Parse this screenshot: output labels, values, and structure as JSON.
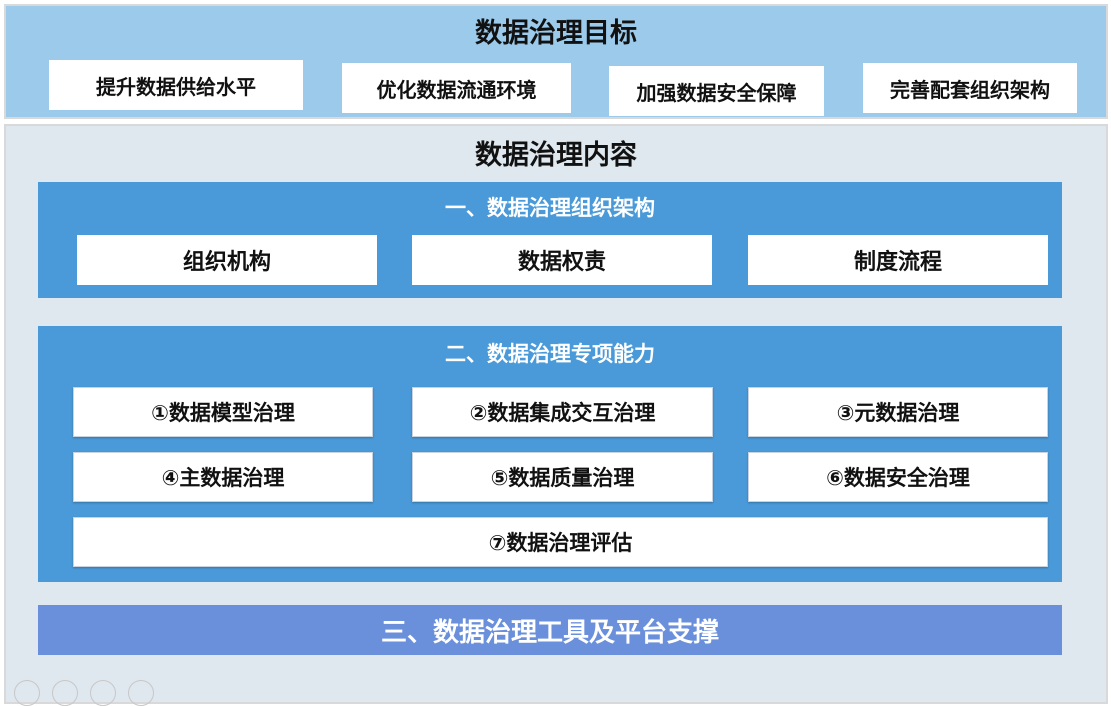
{
  "goals": {
    "title": "数据治理目标",
    "items": [
      "提升数据供给水平",
      "优化数据流通环境",
      "加强数据安全保障",
      "完善配套组织架构"
    ]
  },
  "content": {
    "title": "数据治理内容",
    "section1": {
      "title": "一、数据治理组织架构",
      "items": [
        "组织机构",
        "数据权责",
        "制度流程"
      ]
    },
    "section2": {
      "title": "二、数据治理专项能力",
      "items": [
        "①数据模型治理",
        "②数据集成交互治理",
        "③元数据治理",
        "④主数据治理",
        "⑤数据质量治理",
        "⑥数据安全治理",
        "⑦数据治理评估"
      ]
    },
    "section3": {
      "title": "三、数据治理工具及平台支撑"
    }
  },
  "colors": {
    "goals_bg": "#9ccaeb",
    "content_bg": "#dfe7ef",
    "section_bg": "#4a9ad9",
    "platform_bg": "#6a8fdb"
  }
}
